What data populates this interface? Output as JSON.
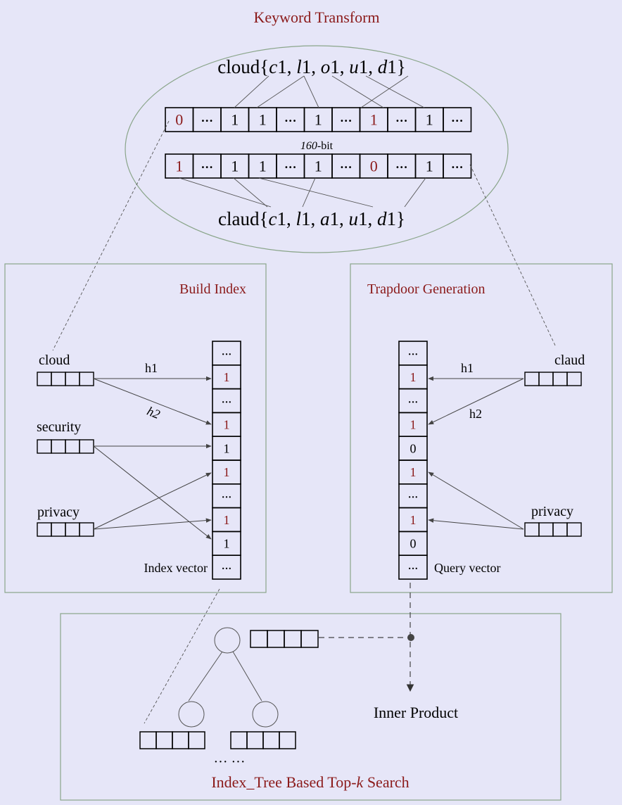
{
  "colors": {
    "background": "#e6e6f8",
    "accent": "#8b1a1a",
    "border_panel": "#8aa58a",
    "ink": "#000000",
    "connector": "#555555"
  },
  "keyword_transform": {
    "title": "Keyword Transform",
    "word1": {
      "word": "cloud",
      "grams": [
        "c1",
        "l1",
        "o1",
        "u1",
        "d1"
      ]
    },
    "word2": {
      "word": "claud",
      "grams": [
        "c1",
        "l1",
        "a1",
        "u1",
        "d1"
      ]
    },
    "vector1": [
      "0",
      "···",
      "1",
      "1",
      "···",
      "1",
      "···",
      "1",
      "···",
      "1",
      "···"
    ],
    "vector2": [
      "1",
      "···",
      "1",
      "1",
      "···",
      "1",
      "···",
      "0",
      "···",
      "1",
      "···"
    ],
    "red_cells_1": [
      0,
      7
    ],
    "red_cells_2": [
      0,
      7
    ],
    "bit_label_num": "160",
    "bit_label_suffix": "-bit"
  },
  "build_index": {
    "title": "Build Index",
    "keywords": [
      "cloud",
      "security",
      "privacy"
    ],
    "hash1": "h1",
    "hash2": "h2",
    "vector": [
      "···",
      "1",
      "···",
      "1",
      "1",
      "1",
      "···",
      "1",
      "1",
      "···"
    ],
    "red_cells": [
      1,
      3,
      5,
      7
    ],
    "vector_label": "Index vector"
  },
  "trapdoor": {
    "title": "Trapdoor Generation",
    "keywords": [
      "claud",
      "privacy"
    ],
    "hash1": "h1",
    "hash2": "h2",
    "vector": [
      "···",
      "1",
      "···",
      "1",
      "0",
      "1",
      "···",
      "1",
      "0",
      "···"
    ],
    "red_cells": [
      1,
      3,
      5,
      7
    ],
    "vector_label": "Query vector"
  },
  "search": {
    "title_prefix": "Index_Tree Based Top-",
    "title_k": "k",
    "title_suffix": " Search",
    "inner_product": "Inner Product",
    "ellipsis": "··· ···"
  }
}
